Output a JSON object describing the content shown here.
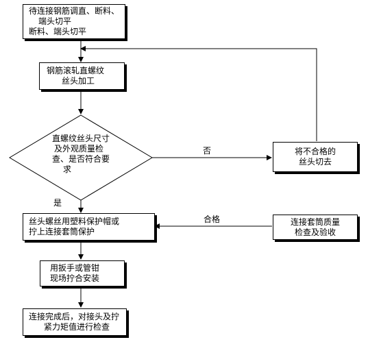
{
  "nodes": {
    "n1": [
      "待连接钢筋调直、断料、",
      "端头切平",
      "断料、端头切平"
    ],
    "n2": [
      "钢筋滚轧直螺纹",
      "丝头加工"
    ],
    "decision": [
      "直螺纹丝头尺寸",
      "及外观质量检",
      "查、是否符合要",
      "求"
    ],
    "reject": [
      "将不合格的",
      "丝头切去"
    ],
    "n3": [
      "丝头螺丝用塑料保护帽或",
      "拧上连接套筒保护"
    ],
    "sleeve": [
      "连接套筒质量",
      "检查及验收"
    ],
    "n4": [
      "用扳手或管钳",
      "现场拧合安装"
    ],
    "n5": [
      "连接完成后，对接头及拧",
      "紧力矩值进行检查"
    ]
  },
  "labels": {
    "no": "否",
    "yes": "是",
    "pass": "合格"
  }
}
